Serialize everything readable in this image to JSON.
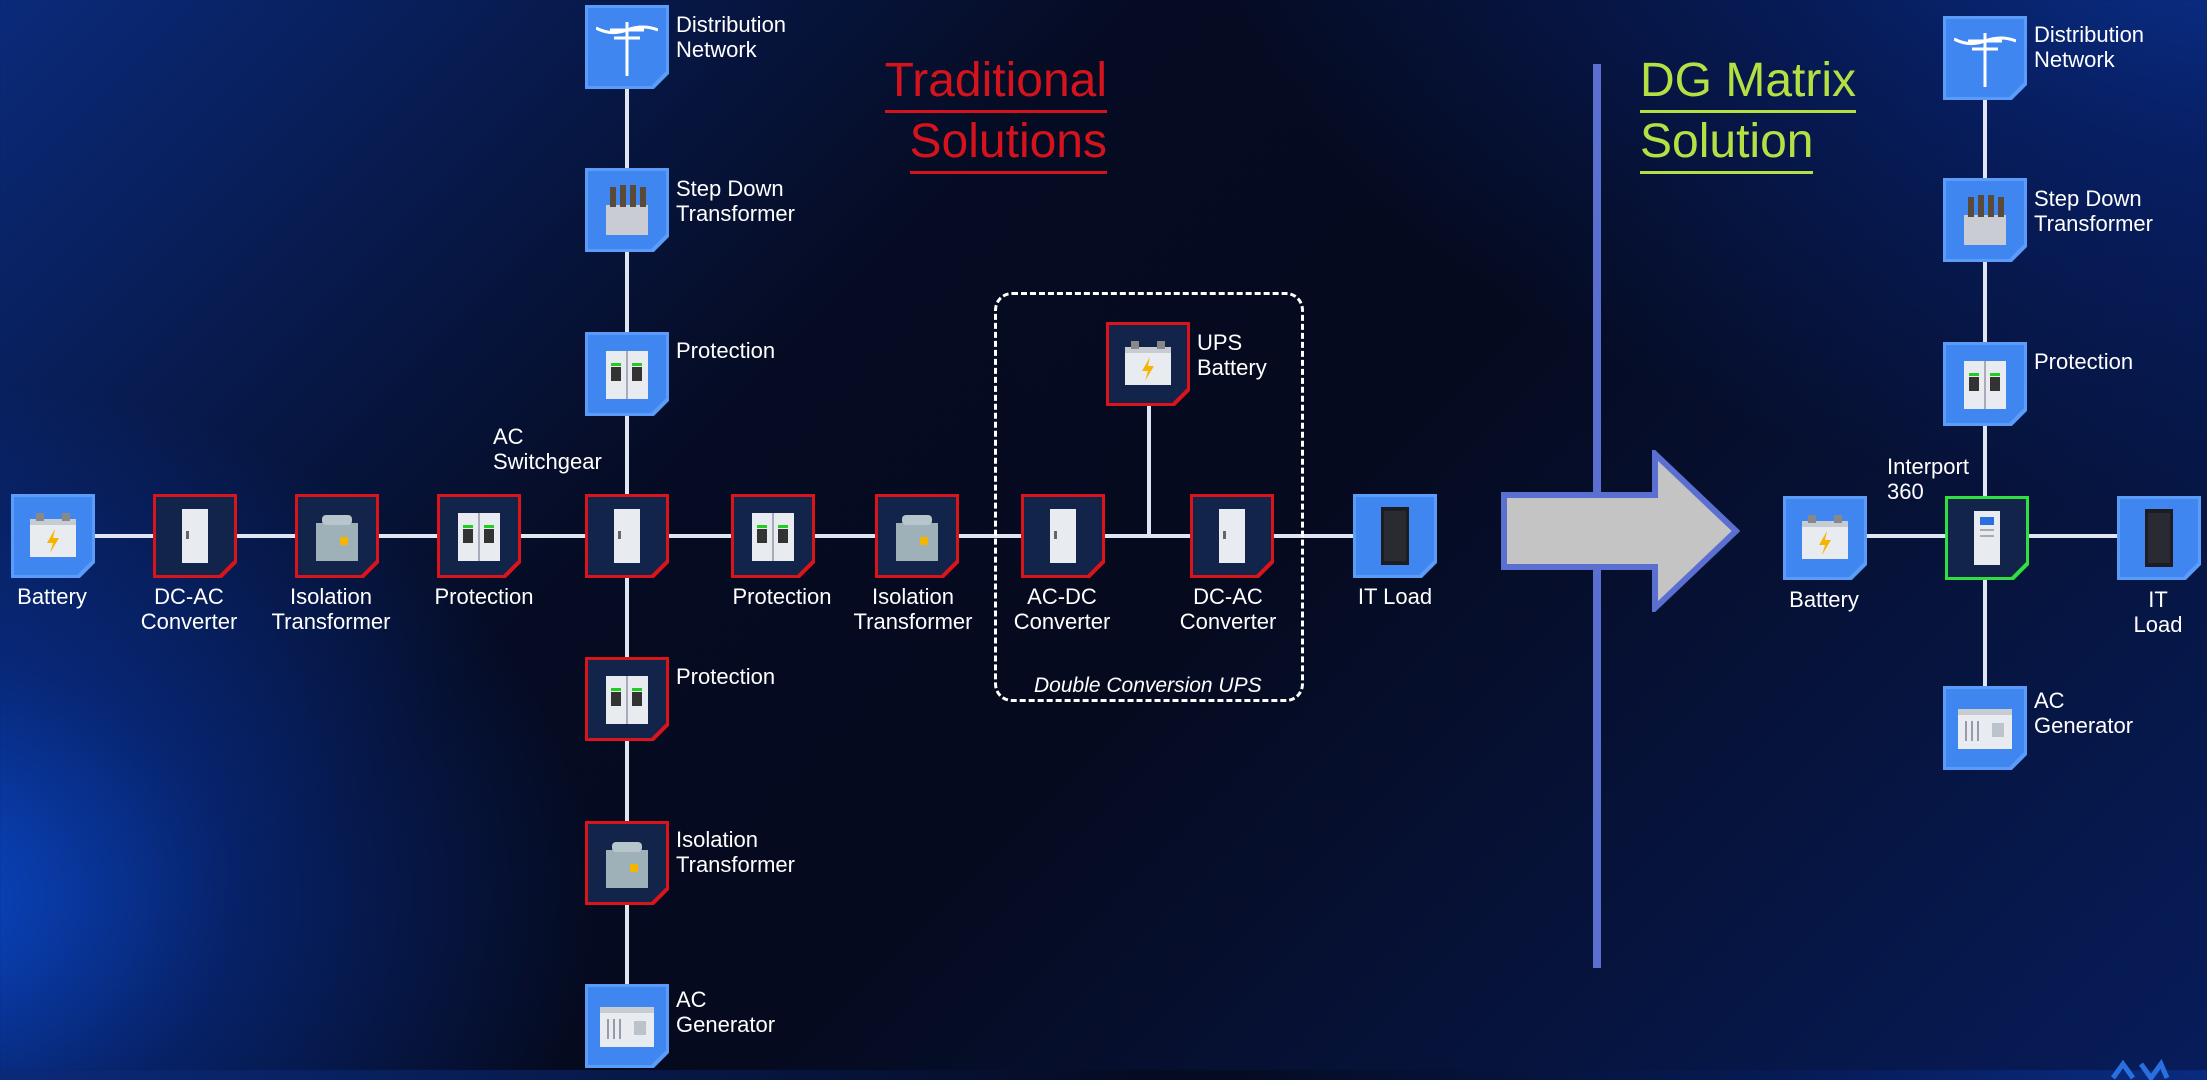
{
  "headings": {
    "traditional_line1": "Traditional",
    "traditional_line2": "Solutions",
    "dg_line1": "DG Matrix",
    "dg_line2": "Solution"
  },
  "ups_group_label": "Double Conversion UPS",
  "traditional": {
    "distribution_network": "Distribution\nNetwork",
    "step_down_transformer": "Step Down\nTransformer",
    "protection_top": "Protection",
    "ac_switchgear": "AC\nSwitchgear",
    "battery": "Battery",
    "dc_ac_converter_left": "DC-AC\nConverter",
    "isolation_transformer_left": "Isolation\nTransformer",
    "protection_left": "Protection",
    "protection_right": "Protection",
    "isolation_transformer_right": "Isolation\nTransformer",
    "ac_dc_converter": "AC-DC\nConverter",
    "ups_battery": "UPS\nBattery",
    "dc_ac_converter_ups": "DC-AC\nConverter",
    "it_load": "IT Load",
    "protection_bottom": "Protection",
    "isolation_transformer_bottom": "Isolation\nTransformer",
    "ac_generator": "AC\nGenerator"
  },
  "dg_matrix": {
    "distribution_network": "Distribution\nNetwork",
    "step_down_transformer": "Step Down\nTransformer",
    "protection": "Protection",
    "interport": "Interport\n360",
    "battery": "Battery",
    "it_load": "IT Load",
    "ac_generator": "AC\nGenerator"
  },
  "colors": {
    "traditional_heading": "#d4131c",
    "dg_heading": "#b5e043",
    "traditional_node_border": "#d9141b",
    "dg_node_border": "#2fe040",
    "blue_node": "#3f86f0",
    "divider": "#5b6fd0",
    "arrow_fill": "#c4c4c4"
  }
}
